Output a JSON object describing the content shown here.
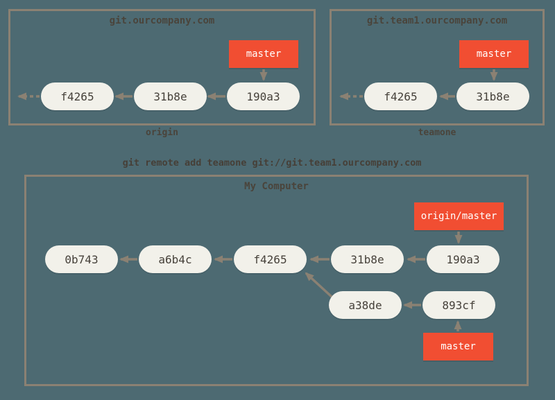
{
  "colors": {
    "background": "#4d6a72",
    "box_border": "#8b8173",
    "commit_fill": "#f2f1ea",
    "commit_text": "#46413a",
    "branch_fill": "#f14e32",
    "branch_text": "#ffffff",
    "label_text": "#4a443b",
    "arrow": "#8b8173"
  },
  "remotes": [
    {
      "title": "git.ourcompany.com",
      "name": "origin",
      "branch": "master",
      "commits": [
        "f4265",
        "31b8e",
        "190a3"
      ]
    },
    {
      "title": "git.team1.ourcompany.com",
      "name": "teamone",
      "branch": "master",
      "commits": [
        "f4265",
        "31b8e"
      ]
    }
  ],
  "command": "git remote add teamone git://git.team1.ourcompany.com",
  "local": {
    "title": "My Computer",
    "remote_tracking_branch": "origin/master",
    "branch": "master",
    "main_commits": [
      "0b743",
      "a6b4c",
      "f4265",
      "31b8e",
      "190a3"
    ],
    "topic_commits": [
      "a38de",
      "893cf"
    ]
  }
}
